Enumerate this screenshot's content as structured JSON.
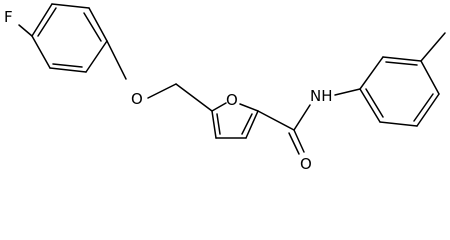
{
  "molecule": {
    "atom_labels": {
      "fluorine": "F",
      "ether_oxygen": "O",
      "furan_oxygen": "O",
      "amide_nitrogen": "NH",
      "carbonyl_oxygen": "O"
    }
  }
}
